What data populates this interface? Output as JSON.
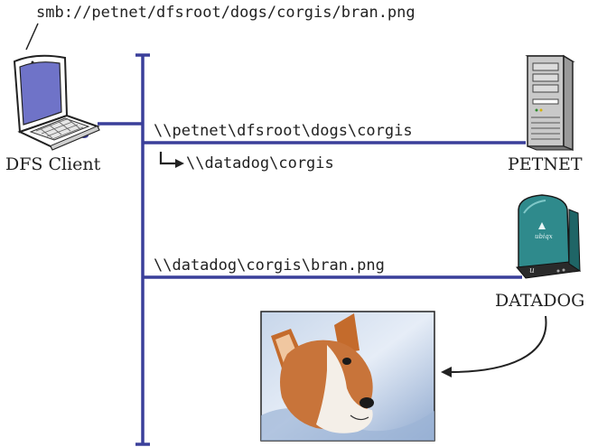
{
  "smb_url": "smb://petnet/dfsroot/dogs/corgis/bran.png",
  "client_label": "DFS Client",
  "server1_label": "PETNET",
  "server2_label": "DATADOG",
  "request_path": "\\\\petnet\\dfsroot\\dogs\\corgis",
  "referral_path": "\\\\datadog\\corgis",
  "final_path": "\\\\datadog\\corgis\\bran.png",
  "logo_text": "ubiqx",
  "colors": {
    "network_line": "#3a3f9a",
    "laptop_screen": "#6f73c8",
    "nas_body": "#2f8a8c",
    "nas_base": "#2a2a2a",
    "tower": "#c9c9c9"
  },
  "icons": [
    "laptop-icon",
    "server-tower-icon",
    "nas-device-icon",
    "corgi-photo",
    "referral-arrow-icon"
  ]
}
